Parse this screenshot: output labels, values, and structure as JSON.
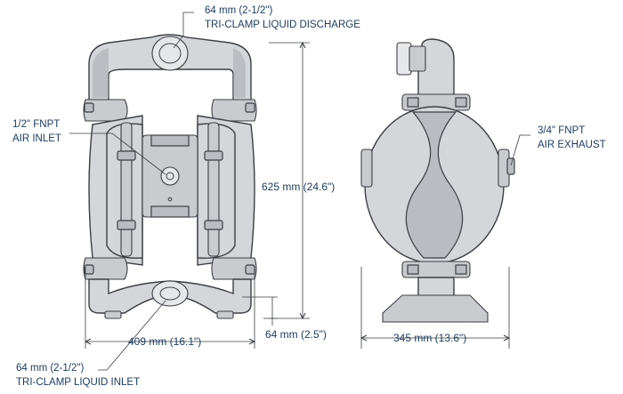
{
  "labels": {
    "discharge_size": "64 mm (2-1/2\")",
    "discharge_type": "TRI-CLAMP LIQUID DISCHARGE",
    "air_inlet_size": "1/2\" FNPT",
    "air_inlet_type": "AIR INLET",
    "exhaust_size": "3/4\" FNPT",
    "exhaust_type": "AIR EXHAUST",
    "inlet_size": "64 mm (2-1/2\")",
    "inlet_type": "TRI-CLAMP LIQUID INLET"
  },
  "dimensions": {
    "height": "625 mm (24.6\")",
    "width": "409 mm (16.1\")",
    "inlet_height": "64 mm (2.5\")",
    "depth": "345 mm (13.6\")"
  },
  "colors": {
    "text": "#1f3d63",
    "body": "#d4d6d9",
    "outline": "#3c3f44"
  }
}
